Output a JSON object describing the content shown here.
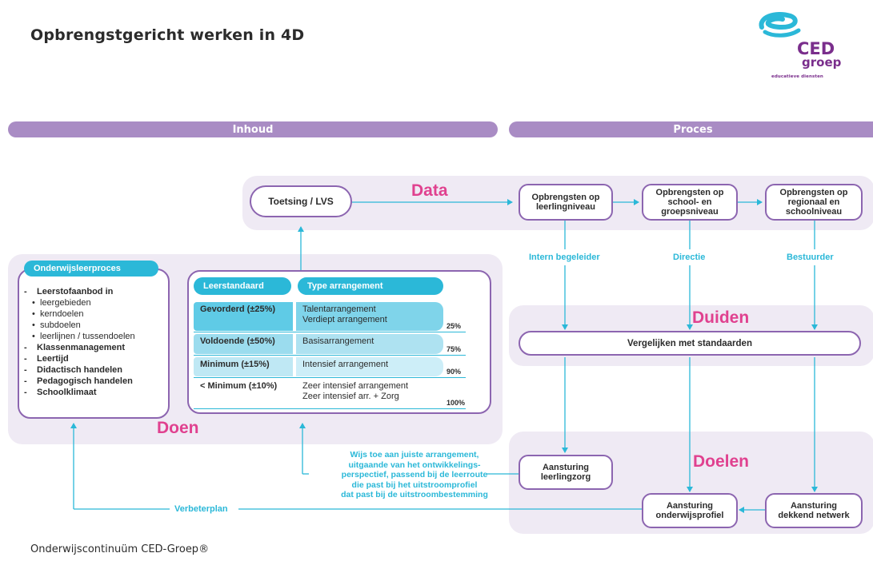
{
  "page": {
    "title": "Opbrengstgericht werken in 4D",
    "footer": "Onderwijscontinuüm CED-Groep®"
  },
  "logo": {
    "ced": "CED",
    "groep": "groep",
    "tagline": "educatieve diensten",
    "colors": {
      "purple": "#7a2e8c",
      "cyan": "#2bb8d8"
    }
  },
  "banners": {
    "inhoud": "Inhoud",
    "proces": "Proces"
  },
  "sections": {
    "data": "Data",
    "duiden": "Duiden",
    "doen": "Doen",
    "doelen": "Doelen"
  },
  "boxes": {
    "toetsing": "Toetsing / LVS",
    "leerling": [
      "Opbrengsten op",
      "leerlingniveau"
    ],
    "school": [
      "Opbrengsten op",
      "school- en",
      "groepsniveau"
    ],
    "regionaal": [
      "Opbrengsten op",
      "regionaal en",
      "schoolniveau"
    ],
    "vergelijken": "Vergelijken met standaarden",
    "leerlingzorg": [
      "Aansturing",
      "leerlingzorg"
    ],
    "onderwijsprofiel": [
      "Aansturing",
      "onderwijsprofiel"
    ],
    "netwerk": [
      "Aansturing",
      "dekkend netwerk"
    ]
  },
  "roles": {
    "intern": "Intern begeleider",
    "directie": "Directie",
    "bestuurder": "Bestuurder"
  },
  "owl": {
    "header": "Onderwijsleerproces",
    "items": [
      {
        "marker": "-",
        "text": "Leerstofaanbod in",
        "level": "main"
      },
      {
        "marker": "•",
        "text": "leergebieden",
        "level": "sub"
      },
      {
        "marker": "•",
        "text": "kerndoelen",
        "level": "sub"
      },
      {
        "marker": "•",
        "text": "subdoelen",
        "level": "sub"
      },
      {
        "marker": "•",
        "text": "leerlijnen / tussendoelen",
        "level": "sub"
      },
      {
        "marker": "-",
        "text": "Klassenmanagement",
        "level": "main"
      },
      {
        "marker": "-",
        "text": "Leertijd",
        "level": "main"
      },
      {
        "marker": "-",
        "text": "Didactisch handelen",
        "level": "main"
      },
      {
        "marker": "-",
        "text": "Pedagogisch handelen",
        "level": "main"
      },
      {
        "marker": "-",
        "text": "Schoolklimaat",
        "level": "main"
      }
    ]
  },
  "table": {
    "header_level": "Leerstandaard",
    "header_type": "Type arrangement",
    "rows": [
      {
        "level": "Gevorderd (±25%)",
        "types": [
          "Talentarrangement",
          "Verdiept arrangement"
        ],
        "pct": "25%"
      },
      {
        "level": "Voldoende (±50%)",
        "types": [
          "Basisarrangement"
        ],
        "pct": "75%"
      },
      {
        "level": "Minimum (±15%)",
        "types": [
          "Intensief arrangement"
        ],
        "pct": "90%"
      },
      {
        "level": "< Minimum (±10%)",
        "types": [
          "Zeer intensief arrangement",
          "Zeer intensief arr. + Zorg"
        ],
        "pct": "100%"
      }
    ]
  },
  "notes": {
    "wijs": [
      "Wijs toe aan juiste arrangement,",
      "uitgaande van het ontwikkelings-",
      "perspectief, passend bij de leerroute",
      "die past bij het uitstroomprofiel",
      "dat past bij de uitstroombestemming"
    ],
    "verbeterplan": "Verbeterplan"
  }
}
